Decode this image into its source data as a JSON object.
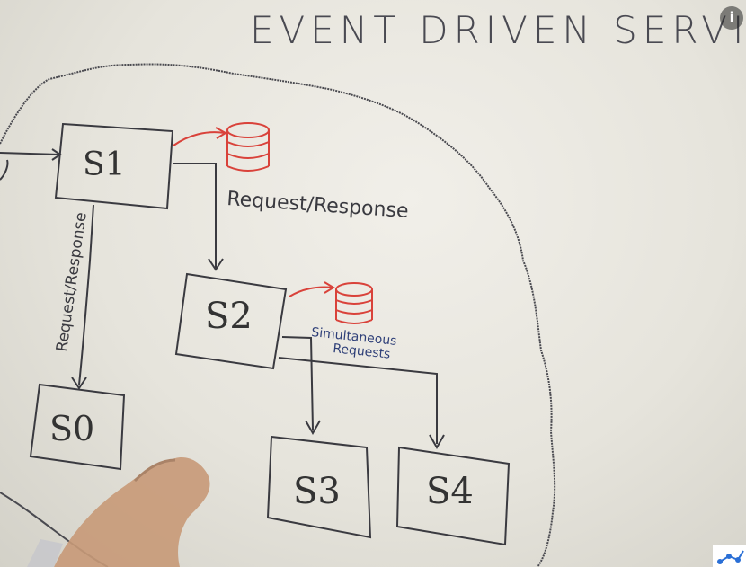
{
  "title": "EVENT DRIVEN SERVICES",
  "services": {
    "s1": "S1",
    "s2": "S2",
    "s0": "S0",
    "s3": "S3",
    "s4": "S4"
  },
  "labels": {
    "req_resp_horizontal": "Request/Response",
    "req_resp_vertical": "Request/Response",
    "simultaneous_line1": "Simultaneous",
    "simultaneous_line2": "Requests"
  },
  "icons": {
    "info": "i",
    "database_1": "database-icon",
    "database_2": "database-icon",
    "channel_logo": "logo-icon"
  },
  "colors": {
    "marker_black": "#333333",
    "marker_red": "#d9423a",
    "marker_blue": "#2e3f78",
    "accent_logo": "#2a6fd6"
  }
}
